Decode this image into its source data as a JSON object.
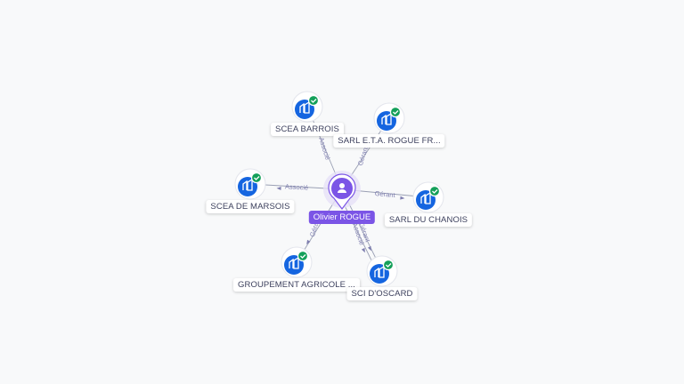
{
  "center": {
    "name": "Olivier ROGUE",
    "icon": "person-icon",
    "color": "#7b55e6"
  },
  "companies": [
    {
      "id": "barrois",
      "name": "SCEA BARROIS",
      "icon": "building-icon",
      "verified": true
    },
    {
      "id": "eta",
      "name": "SARL E.T.A. ROGUE FR...",
      "icon": "building-icon",
      "verified": true
    },
    {
      "id": "marsois",
      "name": "SCEA DE MARSOIS",
      "icon": "building-icon",
      "verified": true
    },
    {
      "id": "chanois",
      "name": "SARL DU CHANOIS",
      "icon": "building-icon",
      "verified": true
    },
    {
      "id": "groupement",
      "name": "GROUPEMENT AGRICOLE ...",
      "icon": "building-icon",
      "verified": true
    },
    {
      "id": "oscard",
      "name": "SCI D'OSCARD",
      "icon": "building-icon",
      "verified": true
    }
  ],
  "relations": [
    {
      "to": "barrois",
      "label": "Associé"
    },
    {
      "to": "eta",
      "label": "Gérant"
    },
    {
      "to": "marsois",
      "label": "Associé"
    },
    {
      "to": "chanois",
      "label": "Gérant"
    },
    {
      "to": "groupement",
      "label": "Gérant"
    },
    {
      "to": "oscard",
      "label": "Gérant"
    },
    {
      "to": "oscard",
      "label": "Associé"
    }
  ],
  "colors": {
    "company_blue": "#1565e0",
    "verified_green": "#14a05a",
    "edge": "#9aa0b4",
    "person": "#7b55e6"
  }
}
